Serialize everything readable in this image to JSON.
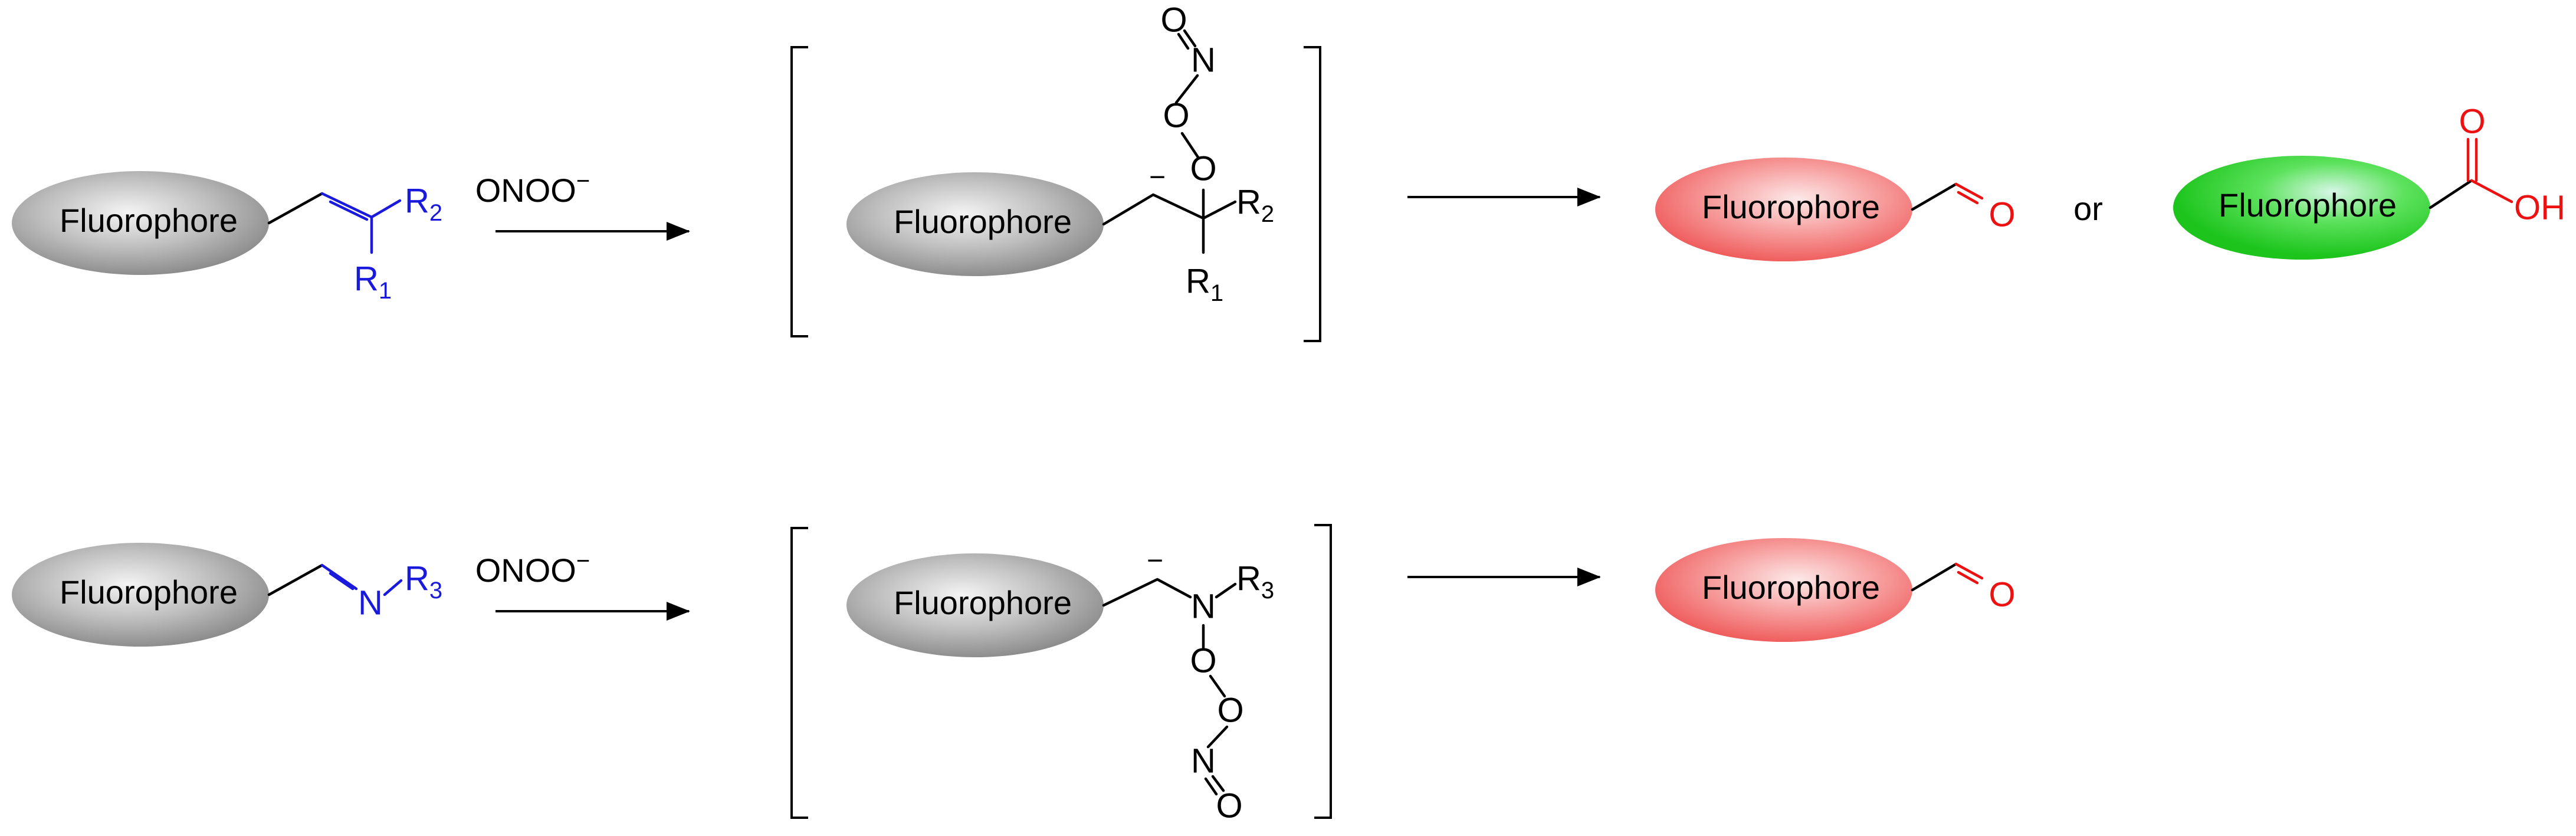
{
  "colors": {
    "neutral_fluorophore": "#8c8c8c",
    "red_fluorophore": "#f26d6d",
    "green_fluorophore": "#22cc22",
    "substituent_blue": "#1a1adc",
    "oxygen_red": "#ee1111",
    "ink": "#000000"
  },
  "labels": {
    "fluorophore": "Fluorophore",
    "reagent": "ONOO",
    "reagent_charge": "−",
    "anion_charge": "−",
    "or": "or",
    "r1": "R",
    "r1_sub": "1",
    "r2": "R",
    "r2_sub": "2",
    "r3": "R",
    "r3_sub": "3",
    "oxygen": "O",
    "nitrogen": "N",
    "hydroxyl": "OH"
  },
  "icons": {
    "reaction_arrow": "right-arrow-icon"
  },
  "reactions": [
    {
      "substrate_group": "C=C (R1, R2)",
      "reagent": "ONOO−",
      "products": [
        "aldehyde",
        "carboxylic acid"
      ]
    },
    {
      "substrate_group": "C=N-R3",
      "reagent": "ONOO−",
      "products": [
        "aldehyde"
      ]
    }
  ]
}
